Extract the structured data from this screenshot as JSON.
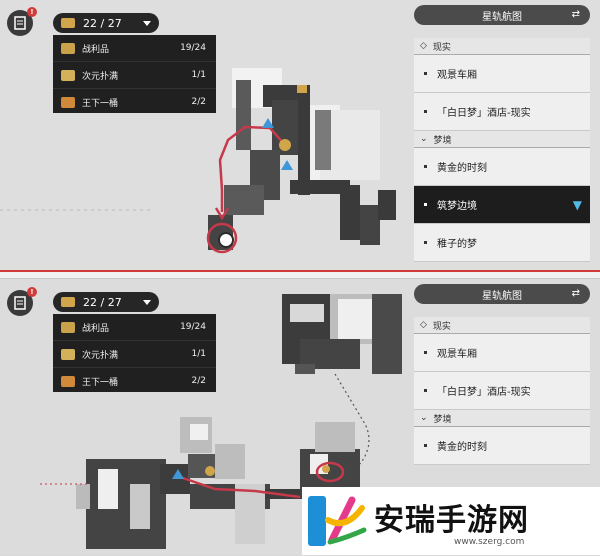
{
  "counter": {
    "value": "22 / 27"
  },
  "loot": [
    {
      "label": "战利品",
      "value": "19/24",
      "color": "#c9a24a"
    },
    {
      "label": "次元扑满",
      "value": "1/1",
      "color": "#d2b15a"
    },
    {
      "label": "王下一桶",
      "value": "2/2",
      "color": "#d1893a"
    }
  ],
  "right_panel": {
    "title": "星轨航图",
    "group_reality": "现实",
    "item_observation": "观景车厢",
    "item_hotel": "「白日梦」酒店-现实",
    "group_dream": "梦境",
    "item_golden": "黄金的时刻",
    "item_border": "筑梦边境",
    "item_child": "稚子的梦"
  },
  "badge": "!",
  "colors": {
    "route": "#c6394a",
    "active_bg": "#1d1d1d",
    "accent": "#53b8e6"
  },
  "watermark": {
    "name": "安瑞手游网",
    "url": "www.szerg.com"
  }
}
